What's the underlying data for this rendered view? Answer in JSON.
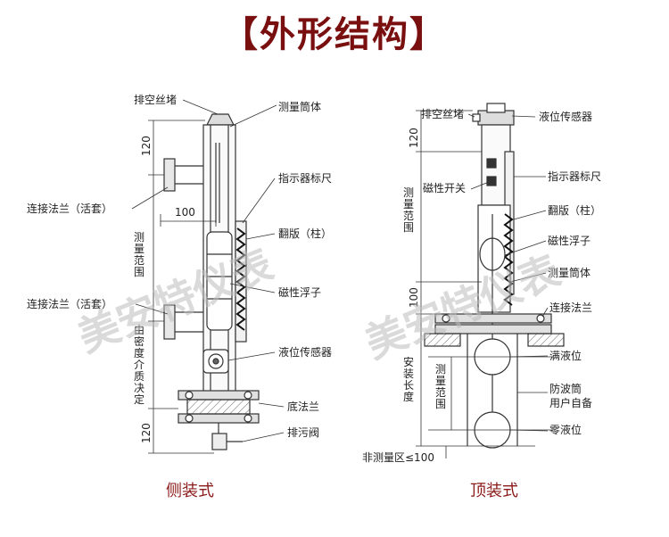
{
  "title": "【外形结构】",
  "watermark": "美安特仪表",
  "left": {
    "caption": "侧装式",
    "labels": {
      "vent_plug": "排空丝堵",
      "measuring_tube": "测量筒体",
      "indicator_scale": "指示器标尺",
      "flange_loose_top": "连接法兰（活套）",
      "flip_column": "翻版（柱）",
      "magnetic_float": "磁性浮子",
      "flange_loose_bottom": "连接法兰（活套）",
      "level_sensor": "液位传感器",
      "bottom_flange": "底法兰",
      "drain_valve": "排污阀"
    },
    "dims": {
      "top": "120",
      "offset": "100",
      "range": "测量范围",
      "density": "由密度介质决定",
      "bottom": "120"
    }
  },
  "right": {
    "caption": "顶装式",
    "labels": {
      "vent_plug": "排空丝堵",
      "level_sensor": "液位传感器",
      "magnetic_switch": "磁性开关",
      "indicator_scale": "指示器标尺",
      "flip_column": "翻版（柱）",
      "magnetic_float": "磁性浮子",
      "measuring_tube": "测量筒体",
      "connect_flange": "连接法兰",
      "full_level": "满液位",
      "wave_tube_1": "防波筒",
      "wave_tube_2": "用户自备",
      "zero_level": "零液位"
    },
    "dims": {
      "top": "120",
      "range": "测量范围",
      "hundred": "100",
      "install": "安装长度",
      "range2": "测量范围",
      "non_measure": "非测量区≤100"
    }
  }
}
